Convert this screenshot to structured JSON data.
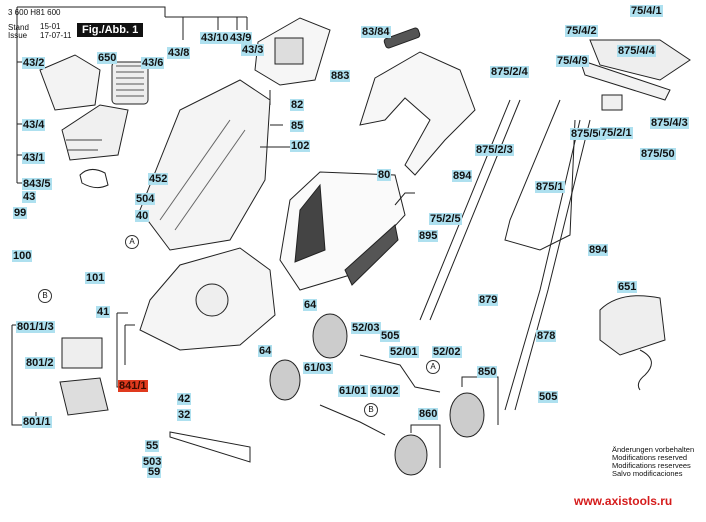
{
  "header": {
    "doc_number": "3 600 H81 600",
    "stand_label": "Stand",
    "issue_label": "Issue",
    "stand_value": "15-01",
    "issue_value": "17-07-11",
    "figure_title": "Fig./Abb. 1"
  },
  "parts": [
    {
      "id": "43/2"
    },
    {
      "id": "650"
    },
    {
      "id": "43/6"
    },
    {
      "id": "43/8"
    },
    {
      "id": "43/10"
    },
    {
      "id": "43/9"
    },
    {
      "id": "43/3"
    },
    {
      "id": "43/4"
    },
    {
      "id": "43/1"
    },
    {
      "id": "843/5"
    },
    {
      "id": "43"
    },
    {
      "id": "82"
    },
    {
      "id": "85"
    },
    {
      "id": "102"
    },
    {
      "id": "452"
    },
    {
      "id": "504"
    },
    {
      "id": "40"
    },
    {
      "id": "99"
    },
    {
      "id": "100"
    },
    {
      "id": "101"
    },
    {
      "id": "83/84"
    },
    {
      "id": "883"
    },
    {
      "id": "80"
    },
    {
      "id": "875/2/4"
    },
    {
      "id": "875/2/3"
    },
    {
      "id": "75/4/1"
    },
    {
      "id": "75/4/2"
    },
    {
      "id": "875/4/4"
    },
    {
      "id": "75/4/9"
    },
    {
      "id": "875/50"
    },
    {
      "id": "75/2/1"
    },
    {
      "id": "875/4/3"
    },
    {
      "id": "875/50"
    },
    {
      "id": "875/1"
    },
    {
      "id": "894"
    },
    {
      "id": "75/2/5"
    },
    {
      "id": "895"
    },
    {
      "id": "894"
    },
    {
      "id": "651"
    },
    {
      "id": "879"
    },
    {
      "id": "878"
    },
    {
      "id": "41"
    },
    {
      "id": "801/1/3"
    },
    {
      "id": "801/2"
    },
    {
      "id": "841/1"
    },
    {
      "id": "801/1"
    },
    {
      "id": "42"
    },
    {
      "id": "32"
    },
    {
      "id": "55"
    },
    {
      "id": "503"
    },
    {
      "id": "59"
    },
    {
      "id": "64"
    },
    {
      "id": "52/03"
    },
    {
      "id": "505"
    },
    {
      "id": "52/01"
    },
    {
      "id": "52/02"
    },
    {
      "id": "64"
    },
    {
      "id": "61/03"
    },
    {
      "id": "61/01"
    },
    {
      "id": "61/02"
    },
    {
      "id": "850"
    },
    {
      "id": "505"
    },
    {
      "id": "860"
    }
  ],
  "markers": [
    "A",
    "B",
    "A",
    "B"
  ],
  "notes": [
    "Änderungen vorbehalten",
    "Modifications reserved",
    "Modifications reservees",
    "Salvo modificaciones"
  ],
  "website": "www.axistools.ru",
  "colors": {
    "label_bg": "#aee0ef",
    "highlight_bg": "#e03a1e",
    "website": "#d51b1b"
  }
}
